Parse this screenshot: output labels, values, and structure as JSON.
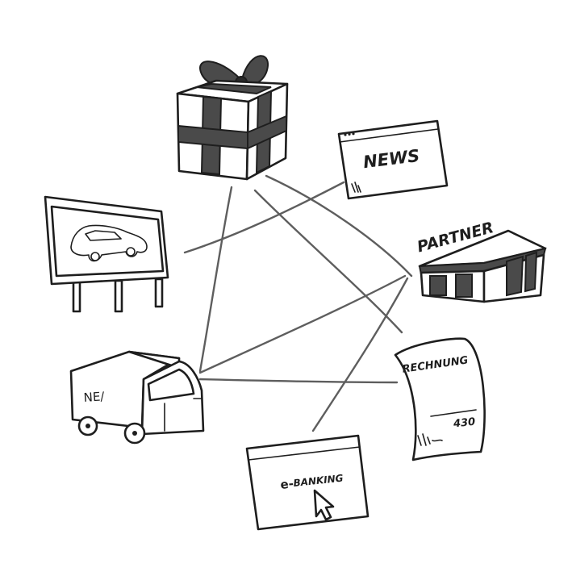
{
  "labels": {
    "news": "NEWS",
    "partner": "PARTNER",
    "rechnung": "RECHNUNG",
    "amount": "430",
    "ebanking_prefix": "e-",
    "ebanking": "BANKING",
    "truck_logo": "NE/"
  },
  "icons": {
    "gift": "gift-box-icon",
    "news": "news-browser-window-icon",
    "partner": "partner-building-icon",
    "rechnung": "invoice-receipt-icon",
    "ebanking": "ebanking-window-cursor-icon",
    "truck": "delivery-truck-icon",
    "billboard": "car-billboard-icon"
  },
  "colors": {
    "ink": "#1e1e1e",
    "connector": "#5e5e5e",
    "fill_dark": "#4a4a4a",
    "background": "#ffffff"
  }
}
